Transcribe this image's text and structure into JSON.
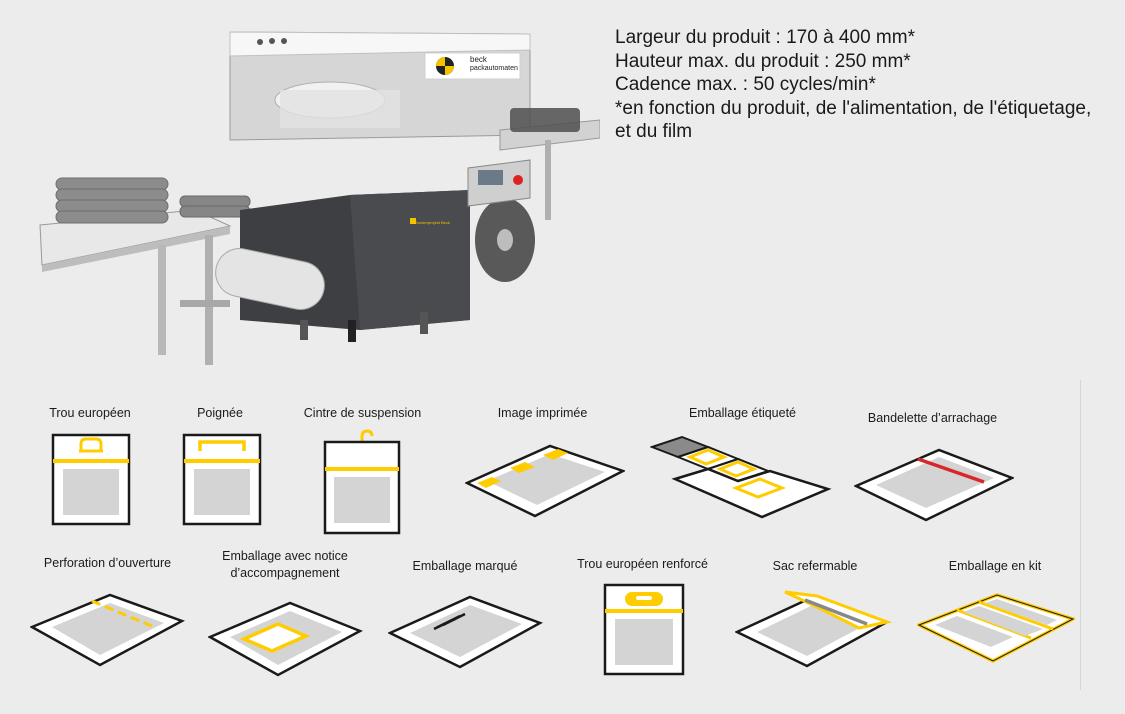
{
  "brand": {
    "name": "beck",
    "sub": "packautomaten",
    "machine_plate": "Sonderprojekt Beck"
  },
  "specs": [
    "Largeur du produit : 170 à 400 mm*",
    "Hauteur max. du produit : 250 mm*",
    "Cadence max. : 50 cycles/min*",
    "*en fonction du produit, de l'alimentation, de l'étiquetage,",
    "et du film"
  ],
  "options_row1": [
    {
      "label": "Trou européen",
      "icon": "euro-hole-bag-icon"
    },
    {
      "label": "Poignée",
      "icon": "handle-bag-icon"
    },
    {
      "label": "Cintre de suspension",
      "icon": "hanger-bag-icon"
    },
    {
      "label": "Image imprimée",
      "icon": "printed-image-pack-icon"
    },
    {
      "label": "Emballage étiqueté",
      "icon": "labelled-pack-icon"
    },
    {
      "label": "Bandelette d’arrachage",
      "icon": "tear-strip-pack-icon"
    }
  ],
  "options_row2": [
    {
      "label": "Perforation d’ouverture",
      "icon": "opening-perforation-pack-icon"
    },
    {
      "label": "Emballage avec notice d’accompagnement",
      "icon": "insert-leaflet-pack-icon"
    },
    {
      "label": "Emballage marqué",
      "icon": "marked-barcode-pack-icon"
    },
    {
      "label": "Trou européen renforcé",
      "icon": "reinforced-euro-hole-bag-icon"
    },
    {
      "label": "Sac refermable",
      "icon": "resealable-bag-icon"
    },
    {
      "label": "Emballage en kit",
      "icon": "kit-pack-icon"
    }
  ],
  "colors": {
    "accent": "#ffcc00",
    "tear_strip": "#d9262b",
    "outline": "#1a1a1a",
    "content": "#d4d4d4",
    "background": "#ececec"
  }
}
